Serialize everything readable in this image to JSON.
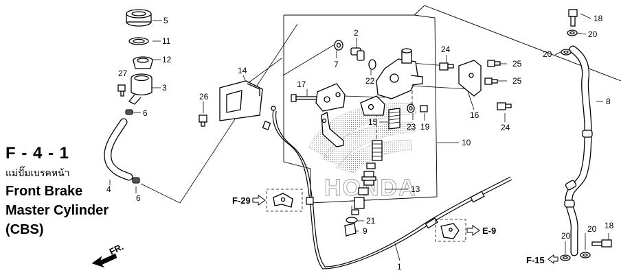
{
  "figure": {
    "code": "F - 4 - 1",
    "thai_title": "แม่ปั๊มเบรคหน้า",
    "title_line1": "Front Brake",
    "title_line2": "Master Cylinder",
    "title_line3": "(CBS)"
  },
  "watermark": "HONDA",
  "direction_label": "FR.",
  "cross_refs": {
    "f29": "F-29",
    "e9": "E-9",
    "f15": "F-15"
  },
  "parts": {
    "p5": "5",
    "p11": "11",
    "p12": "12",
    "p27": "27",
    "p3": "3",
    "p6a": "6",
    "p6b": "6",
    "p4": "4",
    "p14": "14",
    "p26": "26",
    "p17": "17",
    "p2": "2",
    "p7": "7",
    "p22": "22",
    "p24a": "24",
    "p24b": "24",
    "p25a": "25",
    "p25b": "25",
    "p16": "16",
    "p15": "15",
    "p23": "23",
    "p19": "19",
    "p10": "10",
    "p13": "13",
    "p21": "21",
    "p9": "9",
    "p1": "1",
    "p18a": "18",
    "p18b": "18",
    "p20a": "20",
    "p20b": "20",
    "p20c": "20",
    "p20d": "20",
    "p8": "8"
  }
}
